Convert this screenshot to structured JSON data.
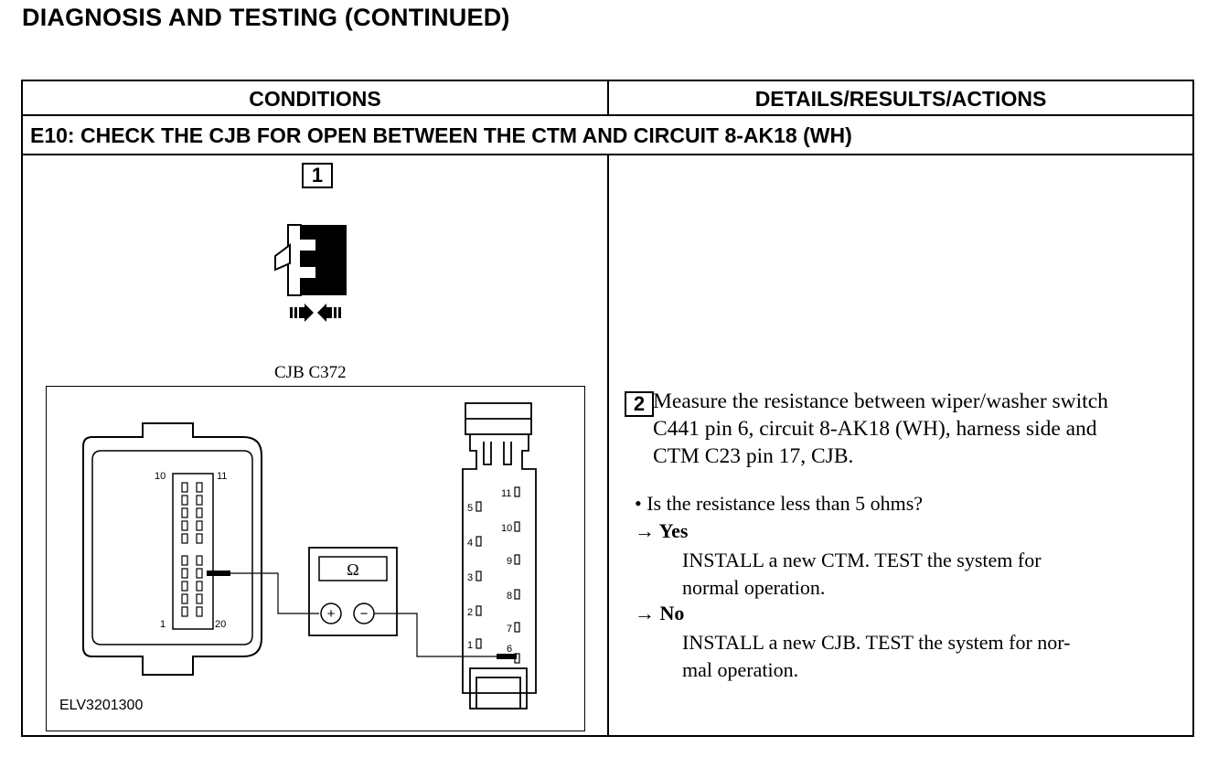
{
  "page_title": "DIAGNOSIS AND TESTING (CONTINUED)",
  "table": {
    "col_conditions": "CONDITIONS",
    "col_details": "DETAILS/RESULTS/ACTIONS"
  },
  "step": {
    "title": "E10: CHECK THE CJB FOR OPEN BETWEEN THE CTM AND CIRCUIT 8-AK18 (WH)"
  },
  "conditions": {
    "callout_1": "1",
    "diagram_label": "CJB C372",
    "figure_id": "ELV3201300",
    "meter_symbol": "Ω",
    "meter_plus": "+",
    "meter_minus": "−",
    "connector_left_pins": {
      "top_left": "10",
      "top_right": "11",
      "bottom_left": "1",
      "bottom_right": "20"
    },
    "connector_right_left_pins": [
      "5",
      "4",
      "3",
      "2",
      "1"
    ],
    "connector_right_right_pins": [
      "11",
      "10",
      "9",
      "8",
      "7",
      "6"
    ]
  },
  "details": {
    "callout_2": "2",
    "measure_lines": [
      "Measure the resistance between wiper/washer switch",
      "C441 pin 6, circuit 8-AK18 (WH), harness side and",
      "CTM C23 pin 17, CJB."
    ],
    "question": "• Is the resistance less than 5 ohms?",
    "yes_label": "→ Yes",
    "yes_action_lines": [
      "INSTALL a new CTM. TEST the system for",
      "normal operation."
    ],
    "no_label": "→ No",
    "no_action_lines": [
      "INSTALL a new CJB. TEST the system for nor-",
      "mal operation."
    ]
  }
}
